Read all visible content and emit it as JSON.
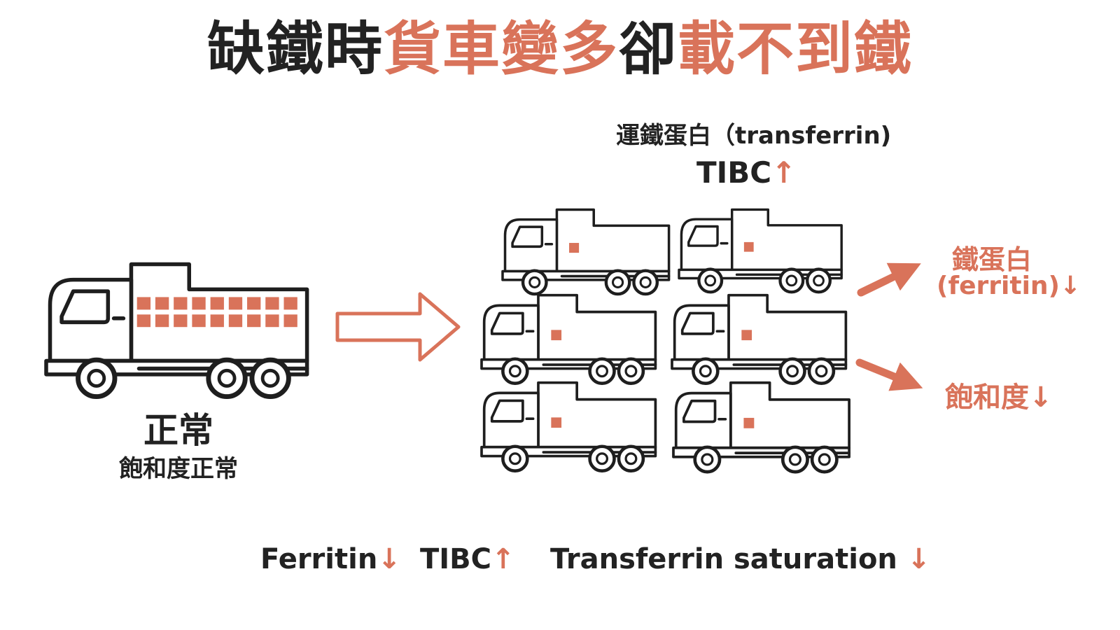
{
  "colors": {
    "accent": "#d9735a",
    "text": "#222222"
  },
  "title": {
    "part1": "缺鐵時",
    "part2": "貨車變多",
    "part3": "卻",
    "part4": "載不到鐵"
  },
  "left": {
    "status": "正常",
    "saturation": "飽和度正常",
    "cargo_boxes": 18
  },
  "right": {
    "transport_label": "運鐵蛋白（transferrin)",
    "tibc_label": "TIBC",
    "tibc_arrow": "↑",
    "truck_count": 6,
    "cargo_per_truck": 1
  },
  "outcomes": {
    "ferritin_title": "鐵蛋白",
    "ferritin_sub": "(ferritin)",
    "ferritin_arrow": "↓",
    "saturation_title": "飽和度",
    "saturation_arrow": "↓"
  },
  "summary": {
    "ferritin": "Ferritin",
    "ferritin_arrow": "↓",
    "tibc": "TIBC",
    "tibc_arrow": "↑",
    "saturation": "Transferrin saturation",
    "saturation_arrow": "↓"
  }
}
